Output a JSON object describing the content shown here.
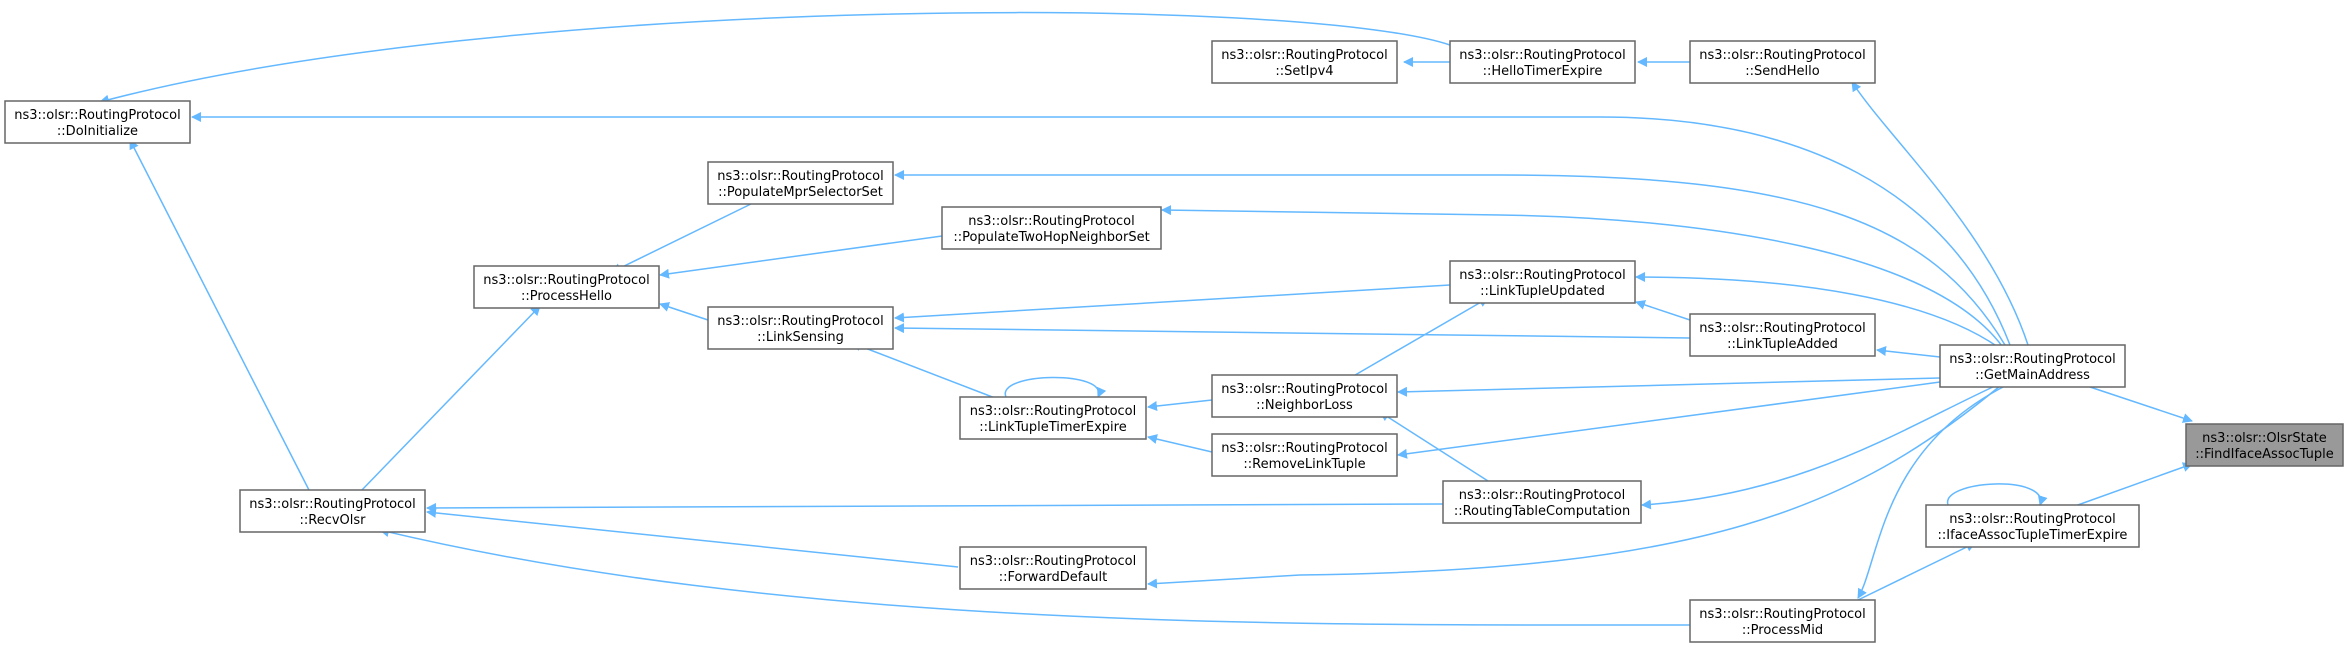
{
  "nodes": {
    "find_iface": {
      "line1": "ns3::olsr::OlsrState",
      "line2": "::FindIfaceAssocTuple"
    },
    "get_main": {
      "line1": "ns3::olsr::RoutingProtocol",
      "line2": "::GetMainAddress"
    },
    "iface_timer": {
      "line1": "ns3::olsr::RoutingProtocol",
      "line2": "::IfaceAssocTupleTimerExpire"
    },
    "send_hello": {
      "line1": "ns3::olsr::RoutingProtocol",
      "line2": "::SendHello"
    },
    "hello_timer": {
      "line1": "ns3::olsr::RoutingProtocol",
      "line2": "::HelloTimerExpire"
    },
    "set_ipv4": {
      "line1": "ns3::olsr::RoutingProtocol",
      "line2": "::SetIpv4"
    },
    "do_init": {
      "line1": "ns3::olsr::RoutingProtocol",
      "line2": "::DoInitialize"
    },
    "populate_mpr": {
      "line1": "ns3::olsr::RoutingProtocol",
      "line2": "::PopulateMprSelectorSet"
    },
    "populate_two": {
      "line1": "ns3::olsr::RoutingProtocol",
      "line2": "::PopulateTwoHopNeighborSet"
    },
    "process_hello": {
      "line1": "ns3::olsr::RoutingProtocol",
      "line2": "::ProcessHello"
    },
    "link_updated": {
      "line1": "ns3::olsr::RoutingProtocol",
      "line2": "::LinkTupleUpdated"
    },
    "link_added": {
      "line1": "ns3::olsr::RoutingProtocol",
      "line2": "::LinkTupleAdded"
    },
    "link_sensing": {
      "line1": "ns3::olsr::RoutingProtocol",
      "line2": "::LinkSensing"
    },
    "neighbor_loss": {
      "line1": "ns3::olsr::RoutingProtocol",
      "line2": "::NeighborLoss"
    },
    "link_timer": {
      "line1": "ns3::olsr::RoutingProtocol",
      "line2": "::LinkTupleTimerExpire"
    },
    "remove_link": {
      "line1": "ns3::olsr::RoutingProtocol",
      "line2": "::RemoveLinkTuple"
    },
    "recv_olsr": {
      "line1": "ns3::olsr::RoutingProtocol",
      "line2": "::RecvOlsr"
    },
    "routing_table": {
      "line1": "ns3::olsr::RoutingProtocol",
      "line2": "::RoutingTableComputation"
    },
    "forward_default": {
      "line1": "ns3::olsr::RoutingProtocol",
      "line2": "::ForwardDefault"
    },
    "process_mid": {
      "line1": "ns3::olsr::RoutingProtocol",
      "line2": "::ProcessMid"
    }
  },
  "colors": {
    "edge": "#63b8ff",
    "node_border": "#666666",
    "focus_fill": "#999999"
  }
}
